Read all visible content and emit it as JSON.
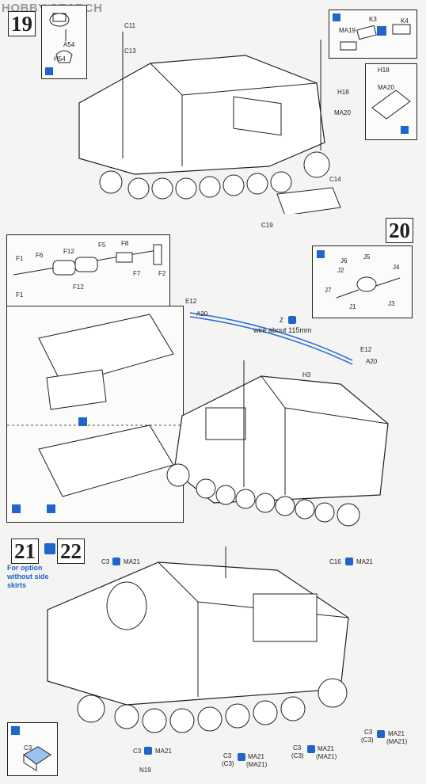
{
  "watermark": {
    "prefix": "H",
    "main": "OBBY SEARCH"
  },
  "steps": {
    "s19": "19",
    "s20": "20",
    "s21": "21",
    "s22": "22"
  },
  "step21_note": "For option without side skirts",
  "wire_note": "wire about 115mm",
  "parts": {
    "a54": "A54",
    "h54": "H54",
    "c11": "C11",
    "c13": "C13",
    "ma19": "MA19",
    "k3": "K3",
    "k4": "K4",
    "h18a": "H18",
    "ma20a": "MA20",
    "h18b": "H18",
    "ma20b": "MA20",
    "c14": "C14",
    "c19": "C19",
    "f1a": "F1",
    "f6": "F6",
    "f12a": "F12",
    "f5": "F5",
    "f8": "F8",
    "f1b": "F1",
    "f12b": "F12",
    "f7": "F7",
    "f2": "F2",
    "e12a": "E12",
    "a20a": "A20",
    "z": "Z",
    "e12b": "E12",
    "a20b": "A20",
    "h3": "H3",
    "j6": "J6",
    "j5": "J5",
    "j2": "J2",
    "j4": "J4",
    "j7": "J7",
    "j1": "J1",
    "j3": "J3",
    "c3a": "C3",
    "ma21a": "MA21",
    "c16": "C16",
    "ma21b": "MA21",
    "c3b": "C3",
    "c3c": "(C3)",
    "ma21c": "MA21",
    "ma21d": "(MA21)",
    "c3d": "C3",
    "ma21e": "MA21",
    "c3e": "C3",
    "c3f": "(C3)",
    "ma21f": "MA21",
    "ma21g": "(MA21)",
    "c3g": "C3",
    "c3h": "(C3)",
    "ma21h": "MA21",
    "ma21i": "(MA21)",
    "n19": "N19",
    "c3i": "C3"
  },
  "colors": {
    "accent": "#1f66c8",
    "line": "#222222",
    "wire": "#2f6fd6"
  }
}
